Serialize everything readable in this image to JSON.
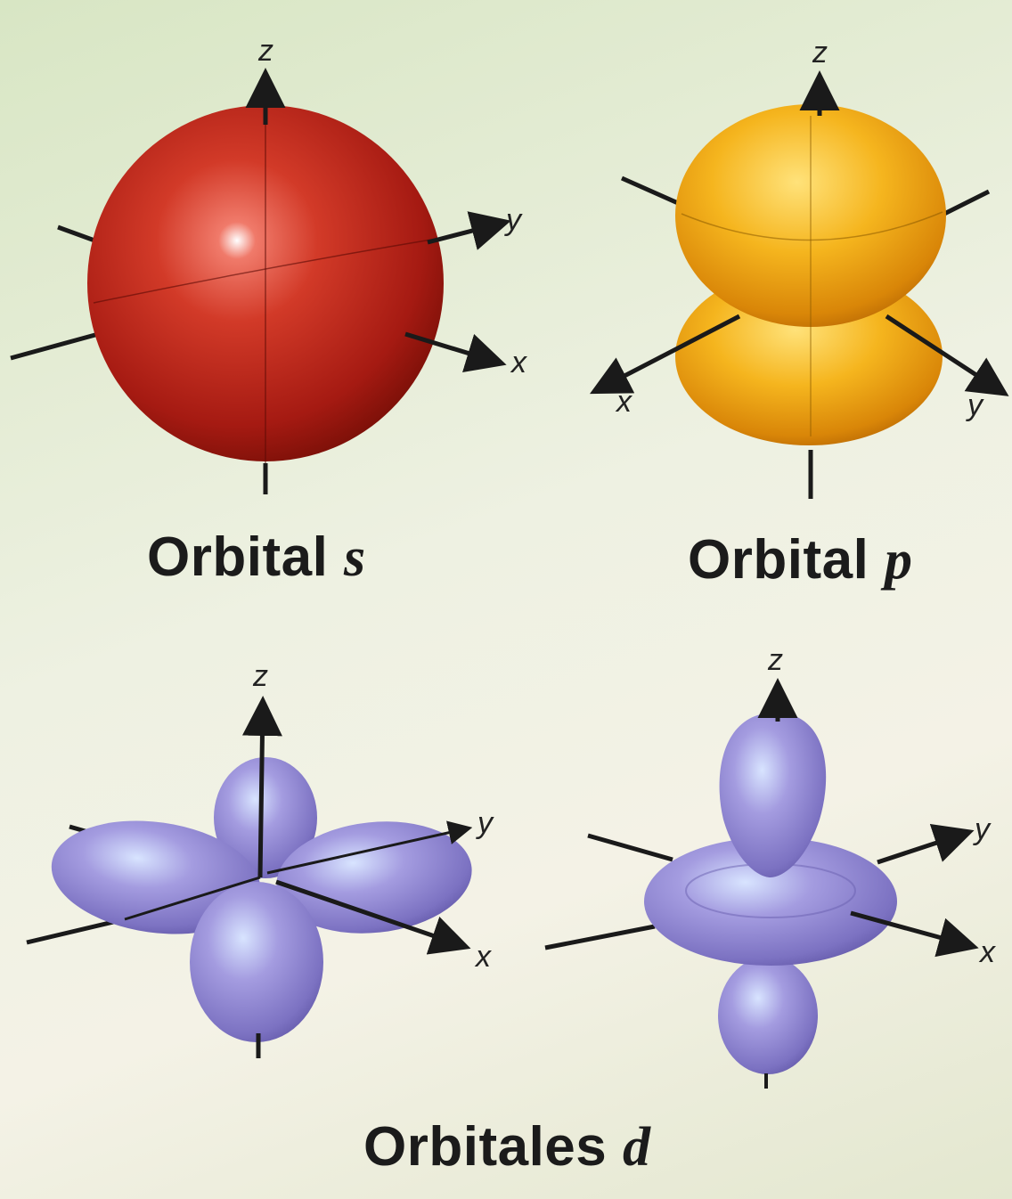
{
  "captions": {
    "s": {
      "word": "Orbital",
      "letter": "s"
    },
    "p": {
      "word": "Orbital",
      "letter": "p"
    },
    "d": {
      "word": "Orbitales",
      "letter": "d"
    }
  },
  "axes": {
    "x": "x",
    "y": "y",
    "z": "z"
  },
  "colors": {
    "s_orbital": "#c0241a",
    "p_orbital": "#f0a818",
    "d_orbital": "#8a82cc",
    "axis": "#1a1a1a"
  }
}
